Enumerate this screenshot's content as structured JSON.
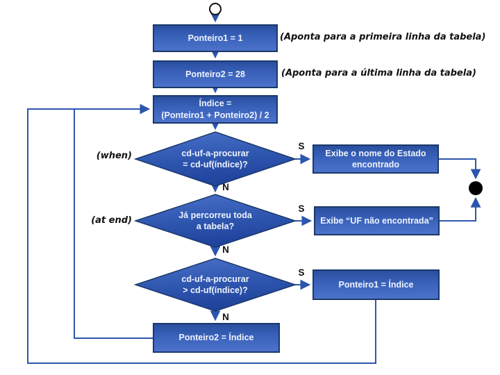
{
  "flowchart": {
    "process_boxes": {
      "ponteiro1_init": "Ponteiro1 = 1",
      "ponteiro2_init": "Ponteiro2 = 28",
      "indice_calc_line1": "Índice =",
      "indice_calc_line2": "(Ponteiro1 + Ponteiro2) / 2",
      "exibe_estado_line1": "Exibe o nome do Estado",
      "exibe_estado_line2": "encontrado",
      "exibe_uf_nao_encontrada": "Exibe “UF não encontrada”",
      "ponteiro1_set": "Ponteiro1 = Índice",
      "ponteiro2_set": "Ponteiro2 = Índice"
    },
    "decisions": {
      "d1_line1": "cd-uf-a-procurar",
      "d1_line2": "= cd-uf(índice)?",
      "d2_line1": "Já percorreu toda",
      "d2_line2": "a tabela?",
      "d3_line1": "cd-uf-a-procurar",
      "d3_line2": "> cd-uf(índice)?"
    },
    "annotations": {
      "first_line": "(Aponta para a primeira linha da tabela)",
      "last_line": "(Aponta para a última linha da tabela)",
      "when": "(when)",
      "at_end": "(at end)"
    },
    "branch_labels": {
      "yes": "S",
      "no": "N"
    },
    "colors": {
      "shape_fill_top": "#2a4fa0",
      "shape_fill_bottom": "#4c72cb",
      "shape_border": "#1b3869",
      "connector": "#2c55ae",
      "terminator_dot": "#000000",
      "annotation_text": "#111111",
      "shape_text": "#eef3fc"
    }
  }
}
